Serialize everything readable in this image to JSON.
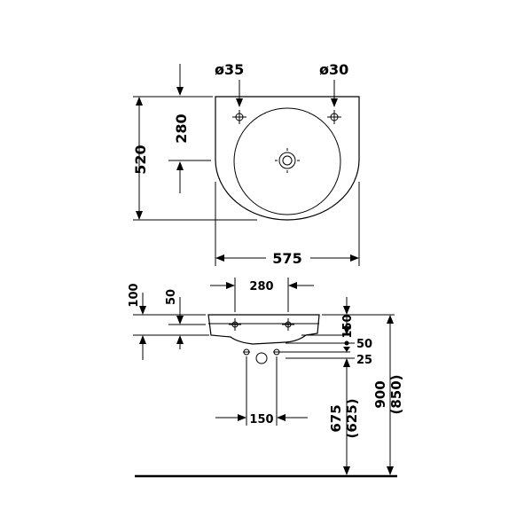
{
  "top_view": {
    "hole_left_diameter": "ø35",
    "hole_right_diameter": "ø30",
    "depth_to_drain": "280",
    "total_depth": "520",
    "width": "575"
  },
  "side_view": {
    "tap_hole_spacing": "280",
    "rim_height": "100",
    "bowl_offset": "50",
    "rim_thickness": "150",
    "overflow_offset": "50",
    "waste_offset": "25",
    "waste_spacing": "150",
    "waste_height": "675",
    "waste_height_alt": "(625)",
    "rim_floor_height": "900",
    "rim_floor_height_alt": "(850)"
  }
}
